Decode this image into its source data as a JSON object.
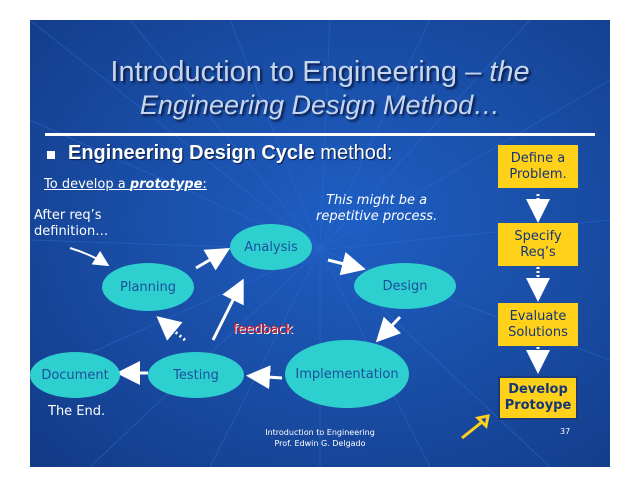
{
  "title": {
    "line1_main": "Introduction to Engineering – ",
    "line1_italic": "the",
    "line2": "Engineering Design Method…"
  },
  "heading": {
    "bold": "Engineering Design Cycle",
    "rest": " method:"
  },
  "subheading": {
    "prefix": "To develop a ",
    "emph": "prototype",
    "suffix": ":"
  },
  "note_after": {
    "line1": "After req’s",
    "line2": "definition…"
  },
  "note_repetitive": {
    "line1": "This might be a",
    "line2": "repetitive process."
  },
  "nodes": {
    "analysis": "Analysis",
    "planning": "Planning",
    "design": "Design",
    "testing": "Testing",
    "implementation": "Implementation",
    "document": "Document"
  },
  "feedback": "feedback",
  "the_end": "The End.",
  "steps": [
    {
      "line1": "Define a",
      "line2": "Problem."
    },
    {
      "line1": "Specify",
      "line2": "Req’s"
    },
    {
      "line1": "Evaluate",
      "line2": "Solutions"
    },
    {
      "line1": "Develop",
      "line2": "Protoype"
    }
  ],
  "footer": {
    "line1": "Introduction to Engineering",
    "line2": "Prof. Edwin G. Delgado"
  },
  "page_number": "37",
  "colors": {
    "background": "#1a4fa8",
    "node_fill": "#2ed0cf",
    "step_fill": "#ffd119",
    "feedback_text": "#d8131c",
    "arrow": "#ffffff"
  }
}
